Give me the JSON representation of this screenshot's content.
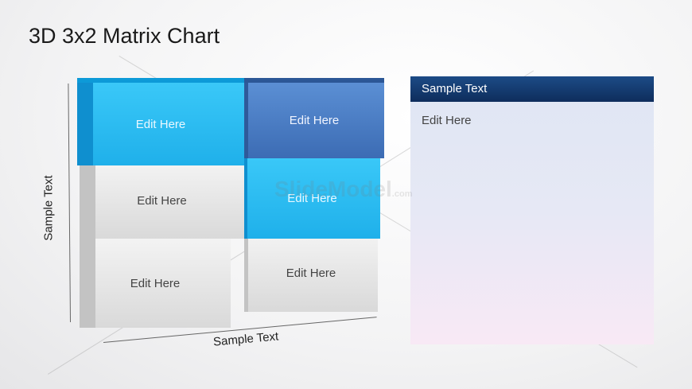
{
  "title": "3D 3x2 Matrix Chart",
  "axes": {
    "y_label": "Sample Text",
    "x_label": "Sample Text"
  },
  "matrix": {
    "cells": [
      {
        "label": "Edit Here",
        "color": "#2bbcf2"
      },
      {
        "label": "Edit Here",
        "color": "#4a7ec4"
      },
      {
        "label": "Edit Here",
        "color": "#e6e6e6"
      },
      {
        "label": "Edit Here",
        "color": "#2bbcf2"
      },
      {
        "label": "Edit Here",
        "color": "#e6e6e6"
      },
      {
        "label": "Edit Here",
        "color": "#e6e6e6"
      }
    ]
  },
  "panel": {
    "header": "Sample Text",
    "body": "Edit Here",
    "header_color": "#153d73"
  },
  "watermark": "SlideModel.com"
}
